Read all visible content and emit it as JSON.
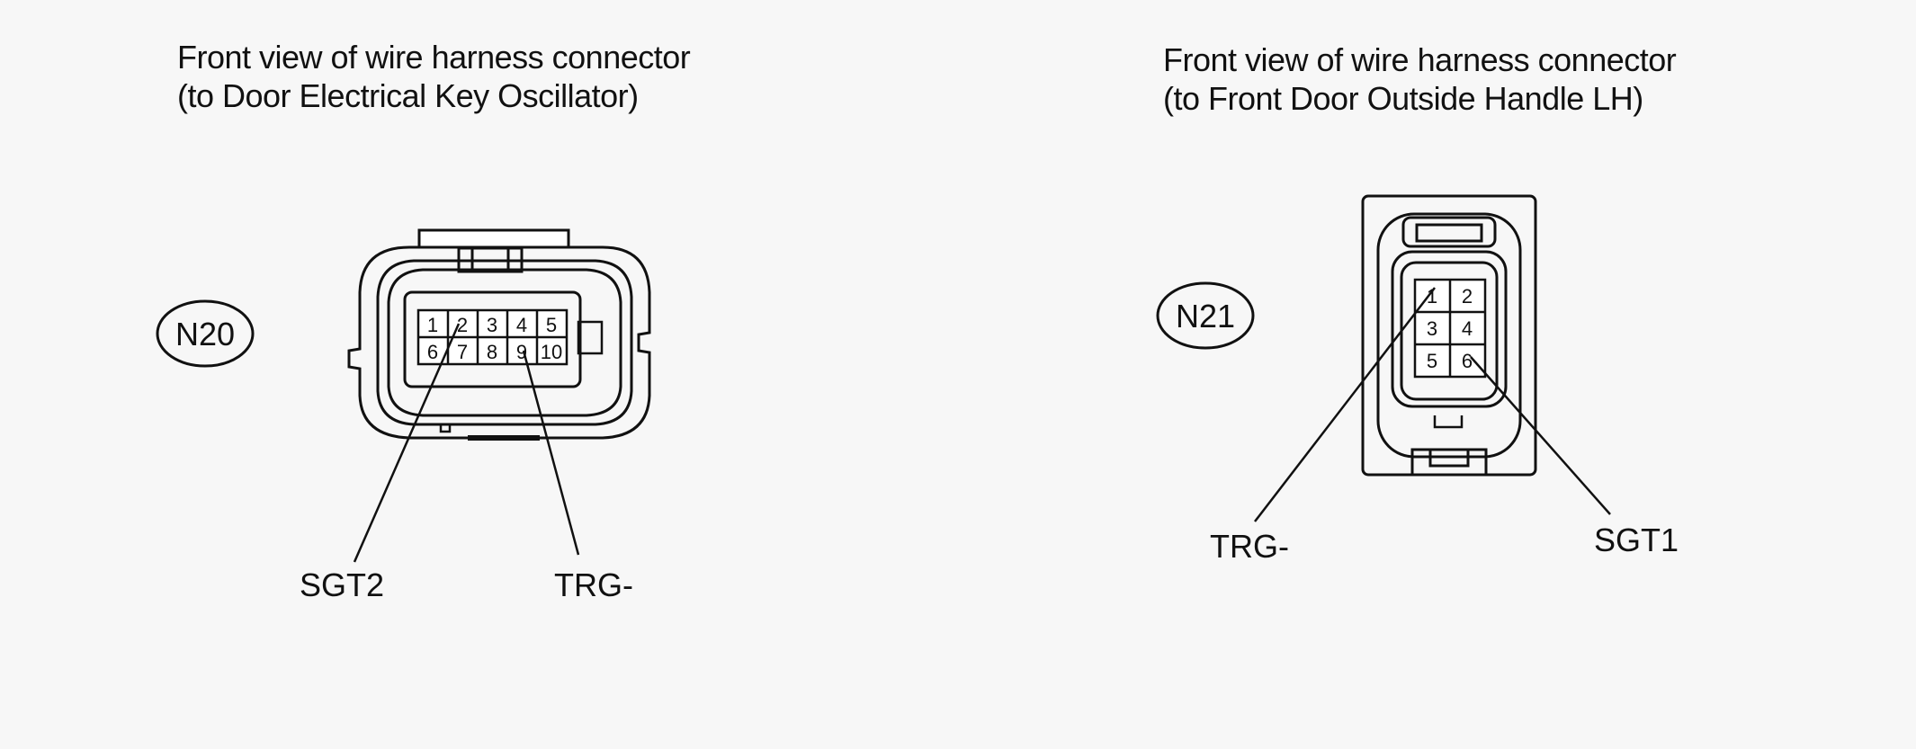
{
  "n20": {
    "caption_line1": "Front view of wire harness connector",
    "caption_line2": "(to Door Electrical Key Oscillator)",
    "code": "N20",
    "pins_top": [
      "1",
      "2",
      "3",
      "4",
      "5"
    ],
    "pins_bottom": [
      "6",
      "7",
      "8",
      "9",
      "10"
    ],
    "label_left": "SGT2",
    "label_right": "TRG-"
  },
  "n21": {
    "caption_line1": "Front view of wire harness connector",
    "caption_line2": "(to Front Door Outside Handle LH)",
    "code": "N21",
    "pins": [
      "1",
      "2",
      "3",
      "4",
      "5",
      "6"
    ],
    "label_left": "TRG-",
    "label_right": "SGT1"
  }
}
